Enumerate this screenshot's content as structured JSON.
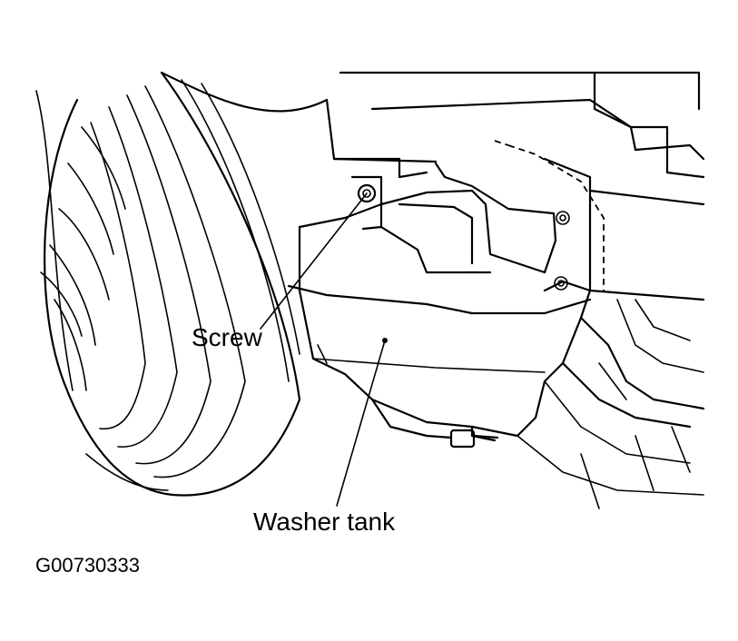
{
  "labels": {
    "screw": "Screw",
    "washer_tank": "Washer tank",
    "figure_id": "G00730333"
  },
  "colors": {
    "ink": "#000000",
    "background": "#ffffff"
  }
}
